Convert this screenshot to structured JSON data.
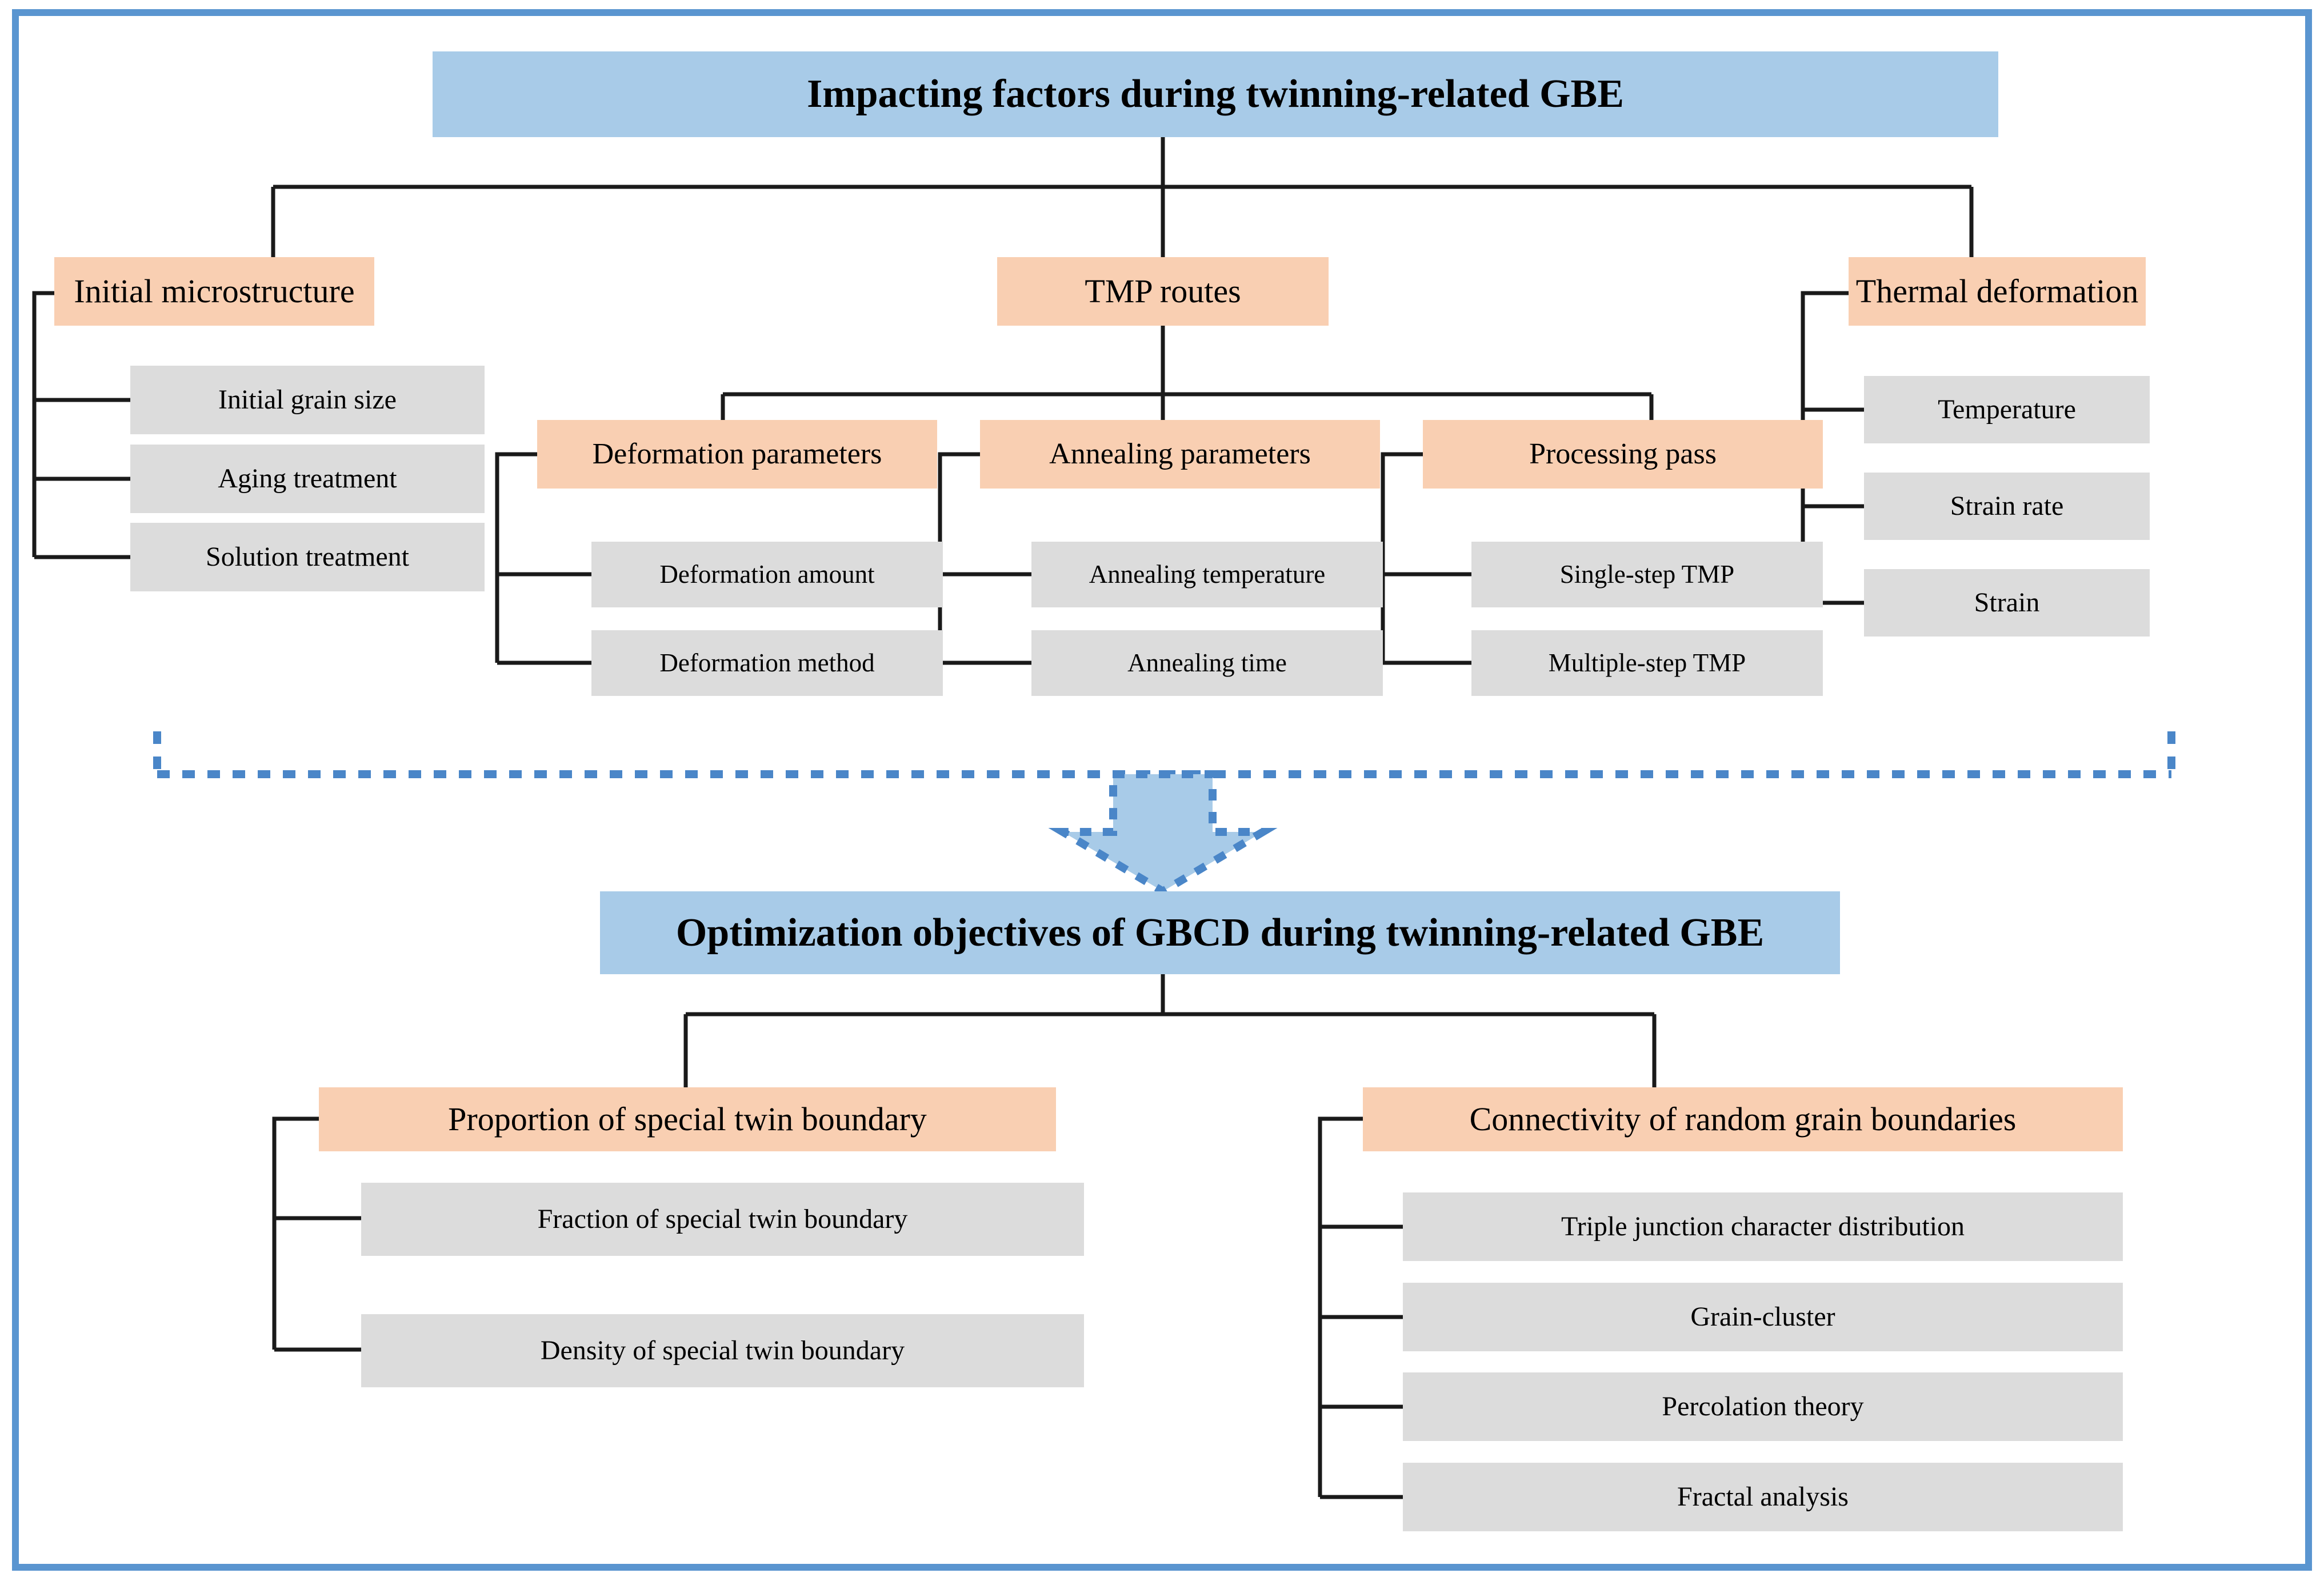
{
  "figure": {
    "border_color": "#5a95d0",
    "header_color": "#a8cbe8",
    "category_color": "#f9cfb2",
    "leaf_color": "#dcdcdc",
    "connector_color": "#1a1a1a",
    "arrow_color": "#a8cbe8",
    "arrow_border_color": "#4a86c8"
  },
  "top": {
    "title": "Impacting factors during twinning-related GBE",
    "branches": [
      {
        "label": "Initial microstructure",
        "children": [
          {
            "label": "Initial grain size"
          },
          {
            "label": "Aging treatment"
          },
          {
            "label": "Solution treatment"
          }
        ]
      },
      {
        "label": "TMP routes",
        "subgroups": [
          {
            "label": "Deformation parameters",
            "children": [
              {
                "label": "Deformation amount"
              },
              {
                "label": "Deformation method"
              }
            ]
          },
          {
            "label": "Annealing parameters",
            "children": [
              {
                "label": "Annealing temperature"
              },
              {
                "label": "Annealing time"
              }
            ]
          },
          {
            "label": "Processing pass",
            "children": [
              {
                "label": "Single-step TMP"
              },
              {
                "label": "Multiple-step TMP"
              }
            ]
          }
        ]
      },
      {
        "label": "Thermal deformation",
        "children": [
          {
            "label": "Temperature"
          },
          {
            "label": "Strain rate"
          },
          {
            "label": "Strain"
          }
        ]
      }
    ]
  },
  "connector": {
    "arrow_icon": "down-arrow-icon",
    "bracket_icon": "dashed-bracket-icon"
  },
  "bottom": {
    "title": "Optimization objectives of GBCD during twinning-related GBE",
    "branches": [
      {
        "label": "Proportion of special twin boundary",
        "children": [
          {
            "label": "Fraction of special twin boundary"
          },
          {
            "label": "Density of special twin boundary"
          }
        ]
      },
      {
        "label": "Connectivity of random grain boundaries",
        "children": [
          {
            "label": "Triple junction character distribution"
          },
          {
            "label": "Grain-cluster"
          },
          {
            "label": "Percolation theory"
          },
          {
            "label": "Fractal analysis"
          }
        ]
      }
    ]
  }
}
